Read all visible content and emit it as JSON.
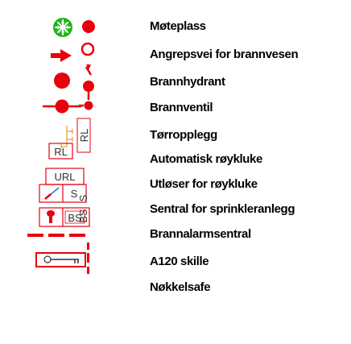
{
  "legend": {
    "items": [
      {
        "symbol": "assembly-point-icon",
        "label": "Møteplass"
      },
      {
        "symbol": "arrow-right-icon",
        "label": "Angrepsvei for brannvesen"
      },
      {
        "symbol": "red-dot-icon",
        "label": "Brannhydrant"
      },
      {
        "symbol": "fire-valve-icon",
        "label": "Brannventil"
      },
      {
        "symbol": "dry-riser-icon",
        "label": "Tørropplegg"
      },
      {
        "symbol": "rl-box-icon",
        "label": "Automatisk røykluke"
      },
      {
        "symbol": "url-box-icon",
        "label": "Utløser for røykluke"
      },
      {
        "symbol": "sprinkler-central-icon",
        "label": "Sentral for sprinkleranlegg"
      },
      {
        "symbol": "fire-alarm-central-icon",
        "label": "Brannalarmsentral"
      },
      {
        "symbol": "a120-dashed-line-icon",
        "label": "A120 skille"
      },
      {
        "symbol": "key-safe-icon",
        "label": "Nøkkelsafe"
      }
    ],
    "symbol_texts": {
      "rl": "RL",
      "rl_rotated": "RL",
      "url": "URL",
      "s": "S",
      "s_rotated": "S",
      "bs": "BS",
      "bs_rotated": "BS"
    },
    "colors": {
      "red": "#e8000d",
      "green": "#1db51d",
      "black": "#000000",
      "symbol_text": "#333333"
    }
  }
}
